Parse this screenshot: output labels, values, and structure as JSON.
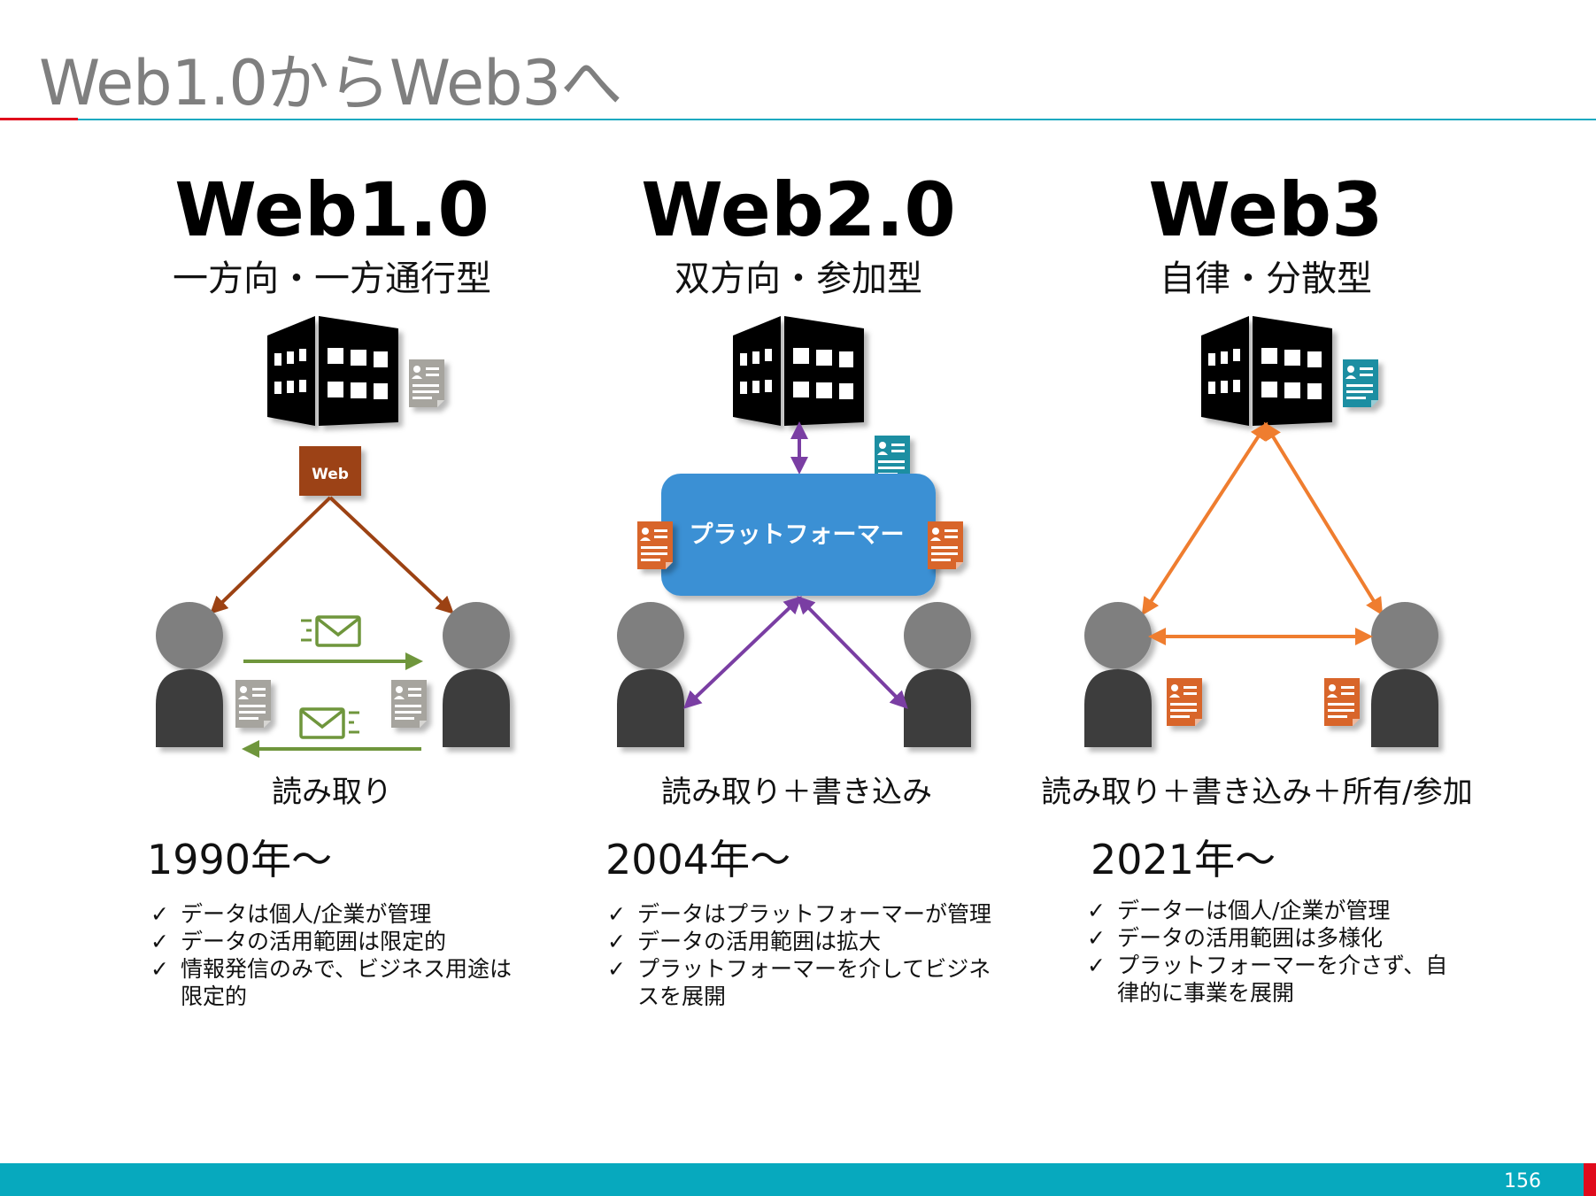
{
  "slide": {
    "title": "Web1.0からWeb3へ",
    "page_number": "156"
  },
  "columns": [
    {
      "title": "Web1.0",
      "subtitle": "一方向・一方通行型",
      "web_label": "Web",
      "caption": "読み取り",
      "year": "1990年〜",
      "bullets": [
        "データは個人/企業が管理",
        "データの活用範囲は限定的",
        "情報発信のみで、ビジネス用途は限定的"
      ]
    },
    {
      "title": "Web2.0",
      "subtitle": "双方向・参加型",
      "platform_label": "プラットフォーマー",
      "caption": "読み取り＋書き込み",
      "year": "2004年〜",
      "bullets": [
        "データはプラットフォーマーが管理",
        "データの活用範囲は拡大",
        "プラットフォーマーを介してビジネスを展開"
      ]
    },
    {
      "title": "Web3",
      "subtitle": "自律・分散型",
      "caption": "読み取り＋書き込み＋所有/参加",
      "year": "2021年〜",
      "bullets": [
        "データーは個人/企業が管理",
        "データの活用範囲は多様化",
        "プラットフォーマーを介さず、自律的に事業を展開"
      ]
    }
  ],
  "check_mark": "✓",
  "colors": {
    "web1_arrow": "#9c4213",
    "email_arrow": "#6f963c",
    "web2_arrow": "#7a3ea3",
    "platform_box": "#3b90d4",
    "web3_arrow": "#ef7d2f",
    "doc_gray": "#a6a49e",
    "doc_teal": "#1b8ea2",
    "doc_orange": "#d8652b",
    "person_head": "#7f7f7f",
    "person_body": "#3d3d3d"
  },
  "icons": [
    "building-icon",
    "person-icon",
    "document-icon",
    "email-icon"
  ]
}
